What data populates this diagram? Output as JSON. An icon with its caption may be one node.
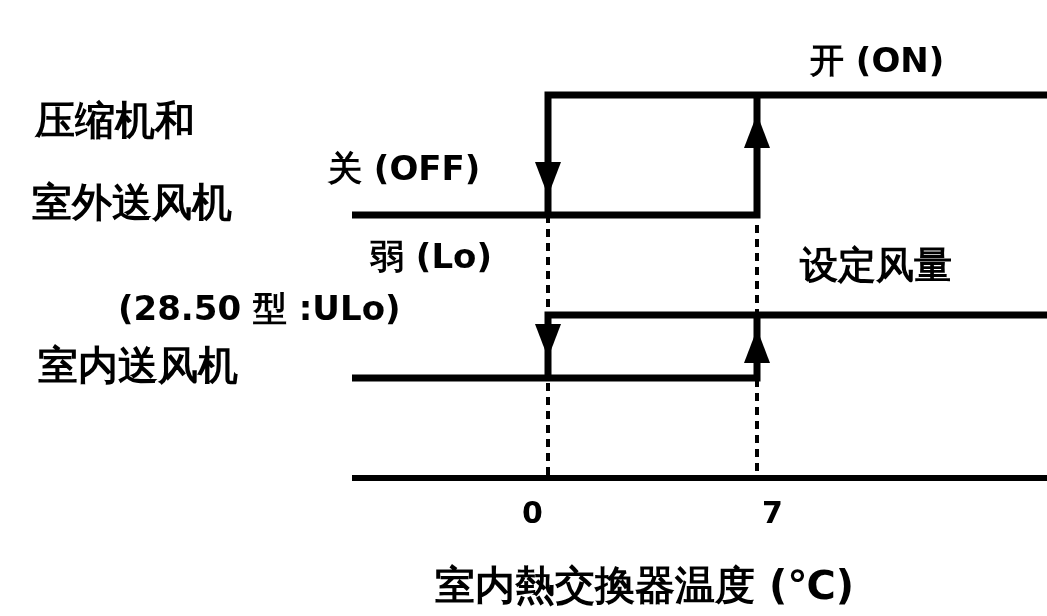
{
  "diagram": {
    "labels": [
      "开 (ON)",
      "压缩机和",
      "关 (OFF)",
      "室外送风机",
      "弱 (Lo)",
      "设定风量",
      "(28.50 型 :ULo)",
      "室内送风机",
      "0",
      "7",
      "室内熱交換器温度 (℃)"
    ]
  }
}
